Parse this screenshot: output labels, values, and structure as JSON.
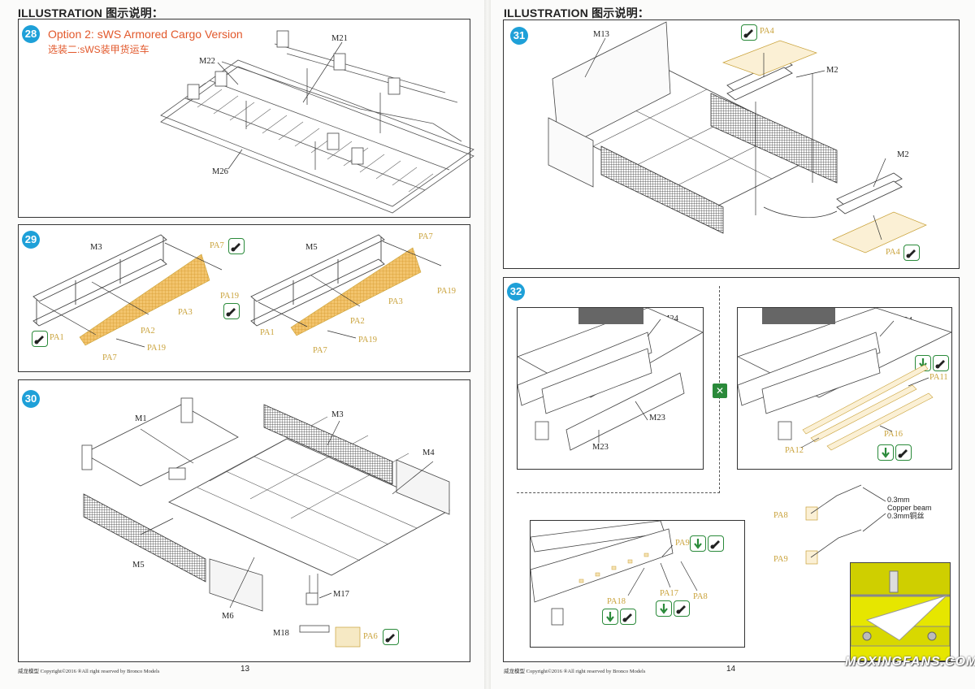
{
  "header": {
    "left_title": "ILLUSTRATION 图示说明：",
    "right_title": "ILLUSTRATION 图示说明："
  },
  "colors": {
    "step_badge": "#1ea0d8",
    "photo_etch_label": "#c9a23a",
    "option_title": "#e2582b",
    "icon_green": "#2a8a3a"
  },
  "steps": {
    "s28": {
      "number": "28",
      "title_en": "Option 2: sWS Armored Cargo Version",
      "title_cn": "选装二:sWS装甲货运车",
      "labels": {
        "m21": "M21",
        "m22": "M22",
        "m26": "M26"
      }
    },
    "s29": {
      "number": "29",
      "left": {
        "m3": "M3",
        "pa7": "PA7",
        "pa19": "PA19",
        "pa3": "PA3",
        "pa2": "PA2",
        "pa1": "PA1",
        "pa7b": "PA7",
        "pa19b": "PA19"
      },
      "right": {
        "m5": "M5",
        "pa7": "PA7",
        "pa19": "PA19",
        "pa3": "PA3",
        "pa2": "PA2",
        "pa1": "PA1",
        "pa7b": "PA7",
        "pa19b": "PA19"
      }
    },
    "s30": {
      "number": "30",
      "labels": {
        "m1": "M1",
        "m3": "M3",
        "m4": "M4",
        "m5": "M5",
        "m6": "M6",
        "m17": "M17",
        "m18": "M18",
        "pa6": "PA6"
      }
    },
    "s31": {
      "number": "31",
      "labels": {
        "m13": "M13",
        "pa4": "PA4",
        "m2": "M2",
        "m2b": "M2",
        "pa4b": "PA4"
      }
    },
    "s32": {
      "number": "32",
      "labels": {
        "m24": "M24",
        "m23": "M23",
        "m23b": "M23",
        "m24b": "M24",
        "pa11": "PA11",
        "pa12": "PA12",
        "pa16": "PA16",
        "pa8": "PA8",
        "pa9": "PA9",
        "pa9b": "PA9",
        "pa18": "PA18",
        "pa17": "PA17",
        "pa8b": "PA8"
      },
      "note": {
        "line1": "0.3mm",
        "line2": "Copper beam",
        "line3": "0.3mm铜丝"
      }
    }
  },
  "footer": {
    "left_copyright": "威龙模型  Copyright©2016  ®All right reserved by Bronco Models",
    "right_copyright": "威龙模型  Copyright©2016  ®All right reserved by Bronco Models",
    "left_page": "13",
    "right_page": "14"
  },
  "watermark": "MOXINGFANS.COM",
  "icons": [
    "glue-icon",
    "photo-etch-bend-icon",
    "alternative-icon"
  ]
}
